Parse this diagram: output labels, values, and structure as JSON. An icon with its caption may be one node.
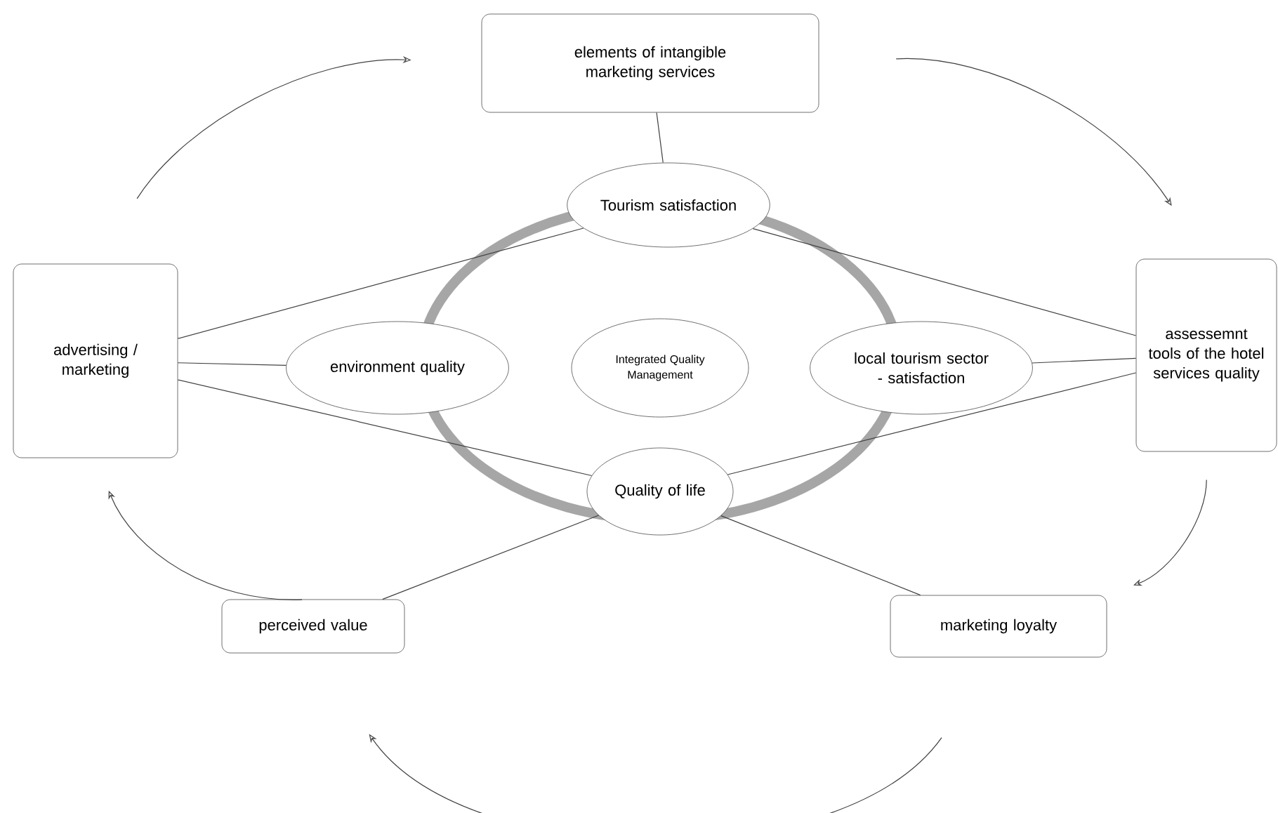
{
  "diagram": {
    "nodes": [
      {
        "text": [
          "elements of intangible marketing services"
        ]
      },
      {
        "text": [
          "advertising / marketing"
        ]
      },
      {
        "text": [
          "assessemnt tools of the hotel services quality"
        ]
      },
      {
        "text": [
          "Tourism satisfaction"
        ]
      },
      {
        "text": [
          "environment quality"
        ]
      },
      {
        "text": [
          "Integrated Quality Management"
        ]
      },
      {
        "text": [
          "local tourism sector - satisfaction"
        ]
      },
      {
        "text": [
          "Quality of life"
        ]
      },
      {
        "text": [
          "perceived value"
        ]
      },
      {
        "text": [
          "marketing loyalty"
        ]
      }
    ],
    "edges": [
      {
        "from": 0,
        "to": 3,
        "arrow": "none"
      },
      {
        "from": 1,
        "to": 3,
        "arrow": "none"
      },
      {
        "from": 3,
        "to": 2,
        "arrow": "none"
      },
      {
        "from": 1,
        "to": 4,
        "arrow": "none"
      },
      {
        "from": 6,
        "to": 2,
        "arrow": "none"
      },
      {
        "from": 1,
        "to": 7,
        "arrow": "none"
      },
      {
        "from": 2,
        "to": 7,
        "arrow": "none"
      },
      {
        "from": 8,
        "to": 7,
        "arrow": "none"
      },
      {
        "from": 7,
        "to": 9,
        "arrow": "none"
      },
      {
        "from": 1,
        "to": 0,
        "arrow": "to"
      },
      {
        "from": 0,
        "to": 2,
        "arrow": "to"
      },
      {
        "from": 2,
        "to": 9,
        "arrow": "to"
      },
      {
        "from": 9,
        "to": 8,
        "arrow": "to"
      },
      {
        "from": 8,
        "to": 1,
        "arrow": "to"
      }
    ]
  }
}
